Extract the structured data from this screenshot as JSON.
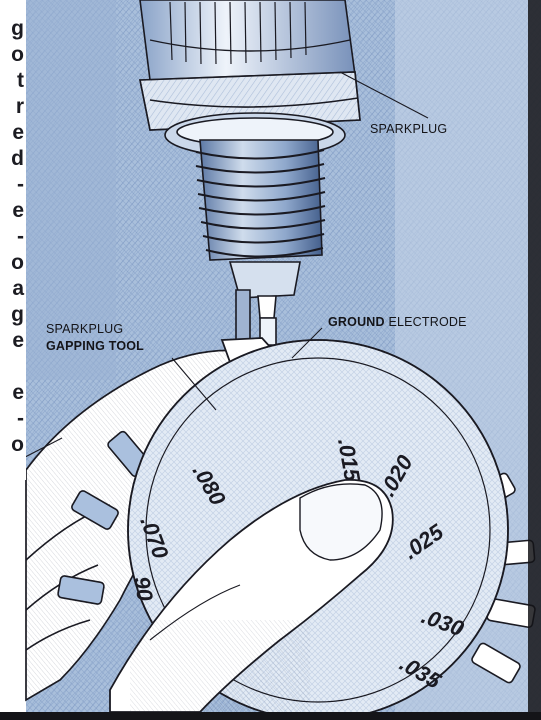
{
  "text_fragments": [
    "g",
    "o",
    "t",
    "r",
    "e",
    "d",
    "-",
    "e",
    "-",
    "o",
    "a",
    "g",
    "e",
    "e",
    "-",
    "o"
  ],
  "labels": {
    "sparkplug": "SPARKPLUG",
    "gapping_tool_line1": "SPARKPLUG",
    "gapping_tool_line2": "GAPPING TOOL",
    "ground_bold": "GROUND",
    "ground_rest": "ELECTRODE"
  },
  "gauge_values": [
    ".015",
    ".020",
    ".025",
    ".030",
    ".035",
    ".080",
    ".070",
    "90"
  ],
  "colors": {
    "background_blue": "#a9bfdb",
    "blue_dark": "#6e8fbd",
    "ink": "#1a1a22",
    "paper": "#ffffff"
  }
}
